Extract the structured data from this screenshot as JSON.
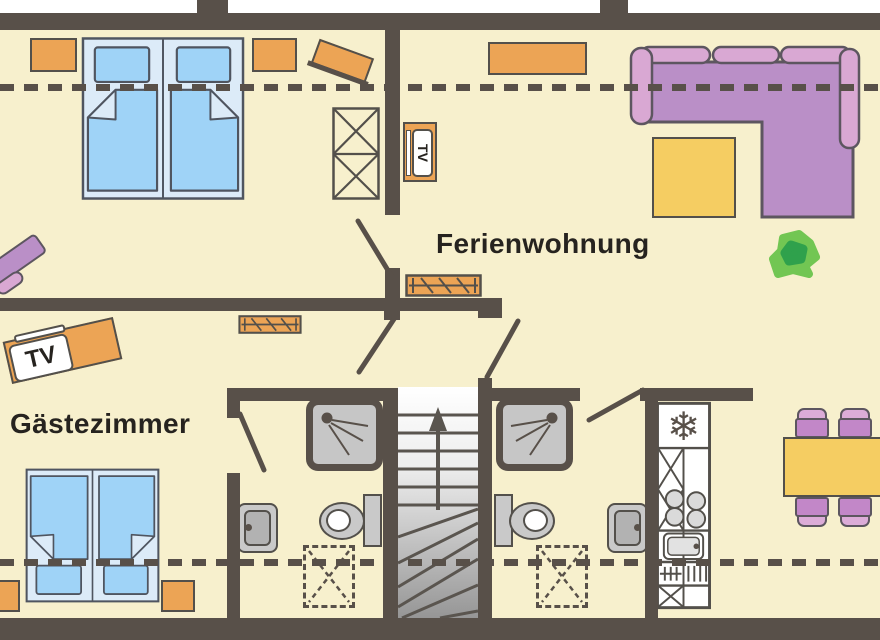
{
  "labels": {
    "apartment": "Ferienwohnung",
    "guest_room": "Gästezimmer",
    "tv_bedroom": "TV",
    "tv_guest_room": "TV",
    "freezer_glyph": "❄"
  },
  "rooms": [
    {
      "name": "Ferienwohnung",
      "labeled": true
    },
    {
      "name": "Gästezimmer",
      "labeled": true
    },
    {
      "name": "bedroom",
      "labeled": false
    },
    {
      "name": "living-room",
      "labeled": false
    },
    {
      "name": "kitchen",
      "labeled": false
    },
    {
      "name": "bathroom-guest",
      "labeled": false
    },
    {
      "name": "bathroom-apartment",
      "labeled": false
    },
    {
      "name": "staircase",
      "labeled": false
    }
  ],
  "furniture": [
    "double-bed",
    "nightstand",
    "wardrobe",
    "side-chair",
    "tv-stand",
    "radiator",
    "sideboard",
    "corner-sofa",
    "coffee-table",
    "plant",
    "dining-table",
    "dining-chair",
    "kitchen-unit",
    "freezer",
    "cooktop",
    "kitchen-sink",
    "shower",
    "washbasin",
    "toilet",
    "washing-machine-space",
    "stairs-up-arrow",
    "guest-double-bed",
    "guest-tv-console",
    "bench"
  ],
  "colors": {
    "floor": "#f7f0cd",
    "wall": "#585049",
    "orange": "#eca455",
    "outline": "#53504b",
    "bed_light": "#dcebf8",
    "bed_blue": "#9fd3f7",
    "bed_line": "#4f5560",
    "sofa_body": "#ba8fc7",
    "sofa_cushion": "#d9a8d3",
    "sofa_line": "#5d5660",
    "yellow": "#f5cd62",
    "chair": "#c287c8",
    "chair_cap": "#dcacd8",
    "gray1": "#c9c9c9",
    "gray2": "#b2b2b2",
    "plant1": "#72c653",
    "plant2": "#2fa14c",
    "text": "#26231f"
  }
}
